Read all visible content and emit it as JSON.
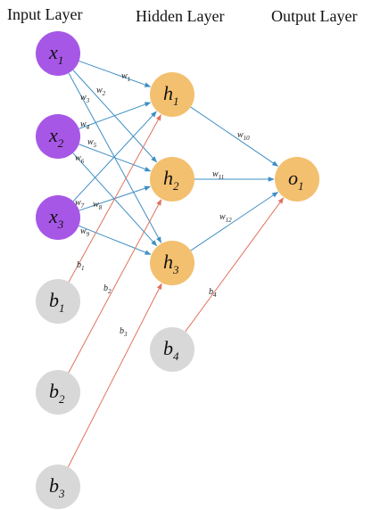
{
  "headers": {
    "input": "Input Layer",
    "hidden": "Hidden Layer",
    "output": "Output Layer"
  },
  "colors": {
    "input_node": "#a757e6",
    "hidden_node": "#f3c06f",
    "bias_node": "#d8d8d8",
    "weight_edge": "#3f8fc4",
    "bias_edge": "#e0725e"
  },
  "nodes": [
    {
      "id": "x1",
      "base": "x",
      "sub": "1",
      "kind": "input"
    },
    {
      "id": "x2",
      "base": "x",
      "sub": "2",
      "kind": "input"
    },
    {
      "id": "x3",
      "base": "x",
      "sub": "3",
      "kind": "input"
    },
    {
      "id": "b1",
      "base": "b",
      "sub": "1",
      "kind": "bias"
    },
    {
      "id": "b2",
      "base": "b",
      "sub": "2",
      "kind": "bias"
    },
    {
      "id": "b3",
      "base": "b",
      "sub": "3",
      "kind": "bias"
    },
    {
      "id": "h1",
      "base": "h",
      "sub": "1",
      "kind": "hidden"
    },
    {
      "id": "h2",
      "base": "h",
      "sub": "2",
      "kind": "hidden"
    },
    {
      "id": "h3",
      "base": "h",
      "sub": "3",
      "kind": "hidden"
    },
    {
      "id": "b4",
      "base": "b",
      "sub": "4",
      "kind": "bias"
    },
    {
      "id": "o1",
      "base": "o",
      "sub": "1",
      "kind": "output"
    }
  ],
  "edges": [
    {
      "from": "x1",
      "to": "h1",
      "base": "w",
      "sub": "1",
      "kind": "weight"
    },
    {
      "from": "x1",
      "to": "h2",
      "base": "w",
      "sub": "2",
      "kind": "weight"
    },
    {
      "from": "x1",
      "to": "h3",
      "base": "w",
      "sub": "3",
      "kind": "weight"
    },
    {
      "from": "x2",
      "to": "h1",
      "base": "w",
      "sub": "4",
      "kind": "weight"
    },
    {
      "from": "x2",
      "to": "h2",
      "base": "w",
      "sub": "5",
      "kind": "weight"
    },
    {
      "from": "x2",
      "to": "h3",
      "base": "w",
      "sub": "6",
      "kind": "weight"
    },
    {
      "from": "x3",
      "to": "h1",
      "base": "w",
      "sub": "7",
      "kind": "weight"
    },
    {
      "from": "x3",
      "to": "h2",
      "base": "w",
      "sub": "8",
      "kind": "weight"
    },
    {
      "from": "x3",
      "to": "h3",
      "base": "w",
      "sub": "9",
      "kind": "weight"
    },
    {
      "from": "h1",
      "to": "o1",
      "base": "w",
      "sub": "10",
      "kind": "weight"
    },
    {
      "from": "h2",
      "to": "o1",
      "base": "w",
      "sub": "11",
      "kind": "weight"
    },
    {
      "from": "h3",
      "to": "o1",
      "base": "w",
      "sub": "12",
      "kind": "weight"
    },
    {
      "from": "b1",
      "to": "h1",
      "base": "b",
      "sub": "1",
      "kind": "bias"
    },
    {
      "from": "b2",
      "to": "h2",
      "base": "b",
      "sub": "2",
      "kind": "bias"
    },
    {
      "from": "b3",
      "to": "h3",
      "base": "b",
      "sub": "3",
      "kind": "bias"
    },
    {
      "from": "b4",
      "to": "o1",
      "base": "b",
      "sub": "4",
      "kind": "bias"
    }
  ]
}
